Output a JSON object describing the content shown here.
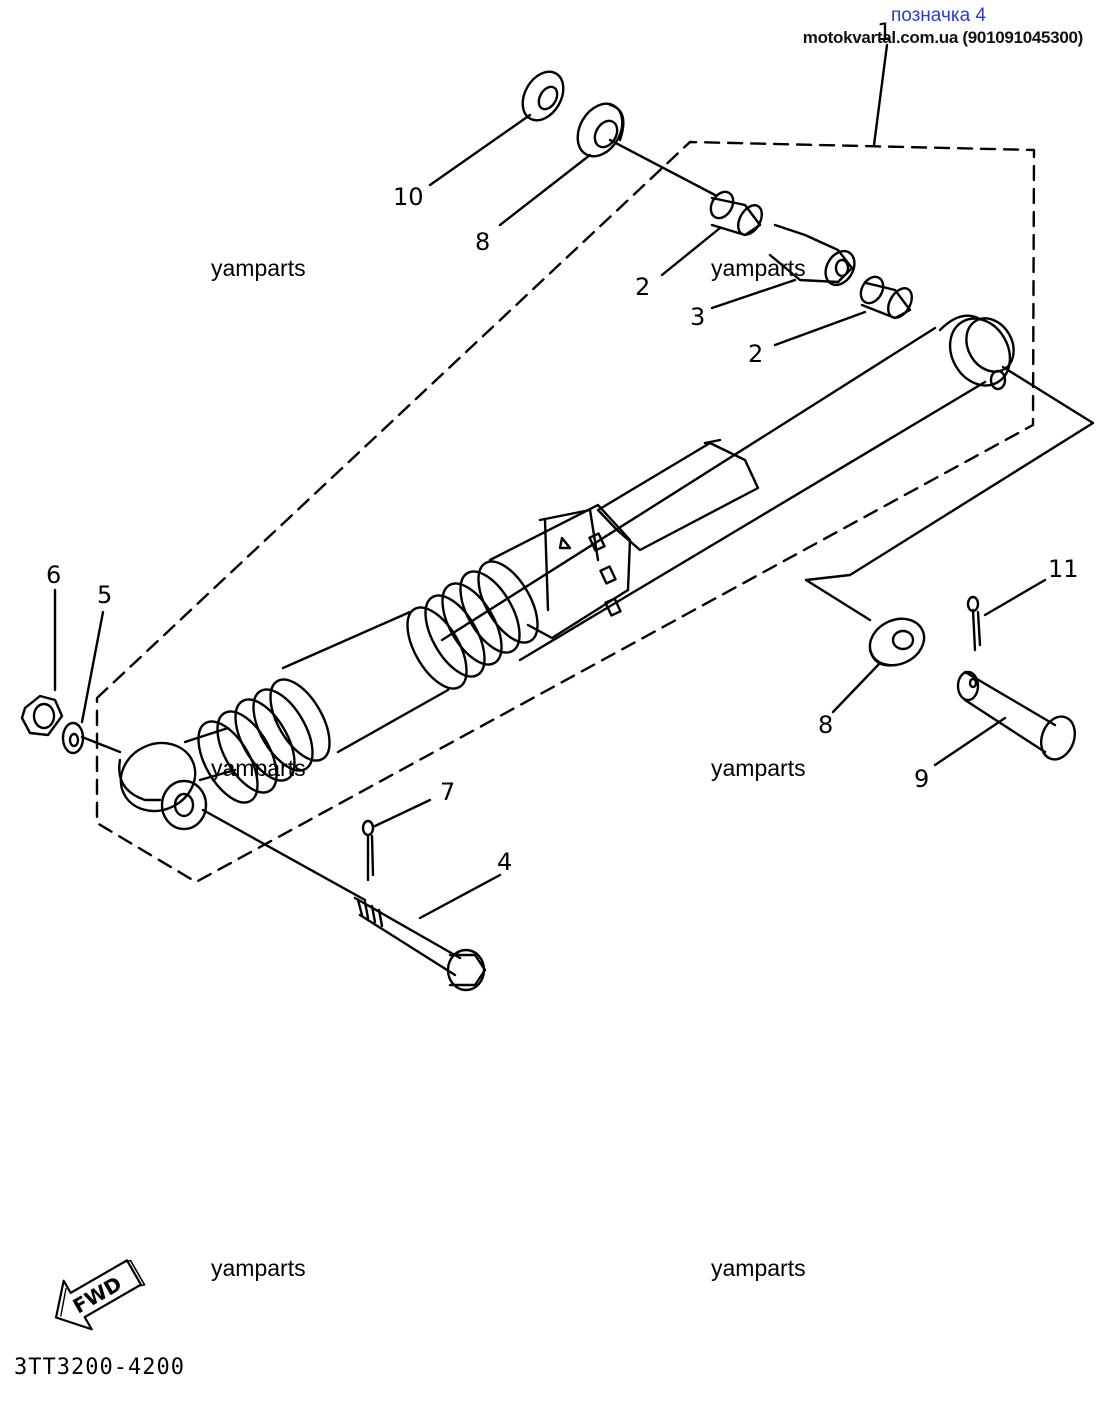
{
  "header": {
    "label": "позначка 4",
    "source": "motokvartal.com.ua (901091045300)"
  },
  "watermark": "yamparts",
  "diagram_code": "3TT3200-4200",
  "fwd_label": "FWD",
  "callouts": {
    "c1": "1",
    "c2a": "2",
    "c2b": "2",
    "c3": "3",
    "c4": "4",
    "c5": "5",
    "c6": "6",
    "c7": "7",
    "c8a": "8",
    "c8b": "8",
    "c9": "9",
    "c10": "10",
    "c11": "11"
  }
}
